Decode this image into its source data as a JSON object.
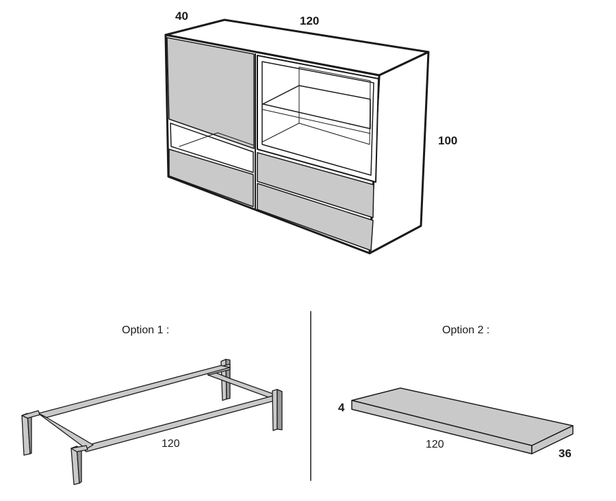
{
  "cabinet": {
    "depth_label": "40",
    "width_label": "120",
    "height_label": "100"
  },
  "option1": {
    "title": "Option 1 :",
    "length_label": "120"
  },
  "option2": {
    "title": "Option 2 :",
    "thickness_label": "4",
    "length_label": "120",
    "depth_label": "36"
  },
  "colors": {
    "line": "#1a1a1a",
    "panel_grey": "#c9c9c9",
    "side_white": "#ffffff"
  }
}
